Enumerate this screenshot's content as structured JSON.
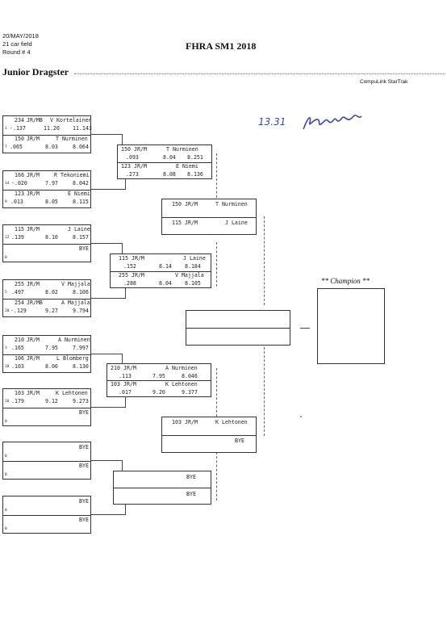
{
  "header": {
    "date": "20/MAY/2018",
    "field": "21 car field",
    "round": "Round # 4",
    "title": "FHRA SM1 2018",
    "event": "Junior Dragster",
    "brand": "CompuLink StarTrak"
  },
  "handwriting": {
    "text": "13.31"
  },
  "round1": [
    {
      "top": {
        "car": "234",
        "class": "JR/MB",
        "name": "V Kortelainen",
        "lane": "1",
        "rt": "-.137",
        "et": "11.20",
        "dial": "11.143"
      },
      "bottom": {
        "car": "150",
        "class": "JR/M",
        "name": "T Nurminen",
        "lane": "7",
        "rt": ".065",
        "et": "8.03",
        "dial": "8.064"
      }
    },
    {
      "top": {
        "car": "166",
        "class": "JR/M",
        "name": "R Tekoniemi",
        "lane": "14",
        "rt": "-.020",
        "et": "7.97",
        "dial": "8.042"
      },
      "bottom": {
        "car": "123",
        "class": "JR/M",
        "name": "E Niemi",
        "lane": "9",
        "rt": ".013",
        "et": "8.05",
        "dial": "8.115"
      }
    },
    {
      "top": {
        "car": "115",
        "class": "JR/M",
        "name": "J Laine",
        "lane": "12",
        "rt": ".139",
        "et": "8.10",
        "dial": "8.157"
      },
      "bottom": {
        "car": "",
        "class": "",
        "name": "BYE",
        "lane": "0",
        "rt": "",
        "et": "",
        "dial": ""
      }
    },
    {
      "top": {
        "car": "255",
        "class": "JR/M",
        "name": "V Majjala",
        "lane": "5",
        "rt": ".497",
        "et": "8.02",
        "dial": "8.106"
      },
      "bottom": {
        "car": "254",
        "class": "JR/MB",
        "name": "A Majjala",
        "lane": "20",
        "rt": "-.129",
        "et": "9.27",
        "dial": "9.794"
      }
    },
    {
      "top": {
        "car": "210",
        "class": "JR/M",
        "name": "A Nurminen",
        "lane": "3",
        "rt": ".165",
        "et": "7.95",
        "dial": "7.997"
      },
      "bottom": {
        "car": "106",
        "class": "JR/M",
        "name": "L Blomberg",
        "lane": "18",
        "rt": ".103",
        "et": "8.00",
        "dial": "8.130"
      }
    },
    {
      "top": {
        "car": "103",
        "class": "JR/M",
        "name": "K Lehtonen",
        "lane": "16",
        "rt": ".179",
        "et": "9.12",
        "dial": "9.273"
      },
      "bottom": {
        "car": "",
        "class": "",
        "name": "BYE",
        "lane": "0",
        "rt": "",
        "et": "",
        "dial": ""
      }
    },
    {
      "top": {
        "car": "",
        "class": "",
        "name": "BYE",
        "lane": "0",
        "rt": "",
        "et": "",
        "dial": ""
      },
      "bottom": {
        "car": "",
        "class": "",
        "name": "BYE",
        "lane": "0",
        "rt": "",
        "et": "",
        "dial": ""
      }
    },
    {
      "top": {
        "car": "",
        "class": "",
        "name": "BYE",
        "lane": "0",
        "rt": "",
        "et": "",
        "dial": ""
      },
      "bottom": {
        "car": "",
        "class": "",
        "name": "BYE",
        "lane": "0",
        "rt": "",
        "et": "",
        "dial": ""
      }
    }
  ],
  "round2": [
    {
      "top": {
        "car": "150",
        "class": "JR/M",
        "name": "T Nurminen",
        "rt": ".093",
        "et": "8.04",
        "dial": "8.251"
      },
      "bottom": {
        "car": "123",
        "class": "JR/M",
        "name": "E Niemi",
        "rt": ".273",
        "et": "8.08",
        "dial": "8.136"
      }
    },
    {
      "top": {
        "car": "115",
        "class": "JR/M",
        "name": "J Laine",
        "rt": ".152",
        "et": "8.14",
        "dial": "8.184"
      },
      "bottom": {
        "car": "255",
        "class": "JR/M",
        "name": "V Majjala",
        "rt": ".288",
        "et": "8.04",
        "dial": "8.105"
      }
    },
    {
      "top": {
        "car": "210",
        "class": "JR/M",
        "name": "A Nurminen",
        "rt": ".113",
        "et": "7.95",
        "dial": "8.046"
      },
      "bottom": {
        "car": "103",
        "class": "JR/M",
        "name": "K Lehtonen",
        "rt": ".017",
        "et": "9.20",
        "dial": "9.377"
      }
    },
    {
      "top": {
        "name": "BYE"
      },
      "bottom": {
        "name": "BYE"
      }
    }
  ],
  "round3": [
    {
      "top": {
        "car": "150",
        "class": "JR/M",
        "name": "T Nurminen"
      },
      "bottom": {
        "car": "115",
        "class": "JR/M",
        "name": "J Laine"
      }
    },
    {
      "top": {
        "car": "103",
        "class": "JR/M",
        "name": "K Lehtonen"
      },
      "bottom": {
        "name": "BYE"
      }
    }
  ],
  "champion": {
    "label": "** Champion **"
  }
}
